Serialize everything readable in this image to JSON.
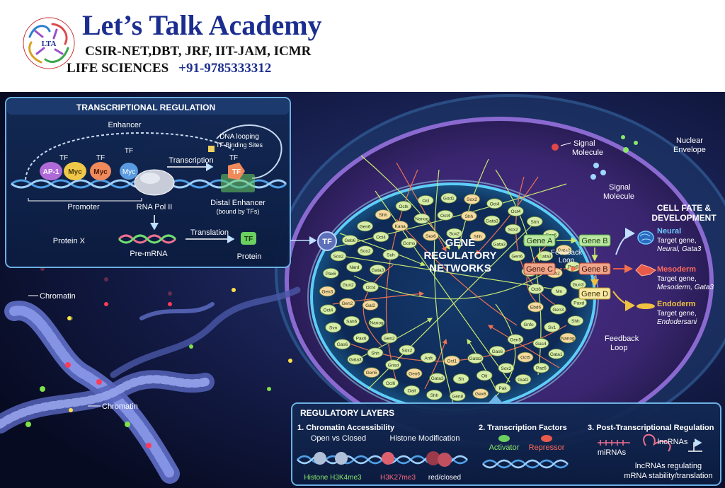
{
  "brand": {
    "title": "Let’s Talk Academy",
    "subtitle": "CSIR-NET,DBT, JRF, IIT-JAM, ICMR",
    "field": "LIFE SCIENCES",
    "phone": "+91-9785333312",
    "logo_text": "LTA"
  },
  "transcription_panel": {
    "title": "TRANSCRIPTIONAL REGULATION",
    "enhancer": "Enhancer",
    "dna_looping": "DNA looping",
    "tf_binding_sites": "TF Binding Sites",
    "transcription": "Transcription",
    "tf": "TF",
    "ap1": "AP-1",
    "myc": "Myc",
    "promoter": "Promoter",
    "rna_pol": "RNA Pol II",
    "distal_enhancer": "Distal Enhancer",
    "bound_by": "(bound by TFs)",
    "protein_x": "Protein X",
    "translation": "Translation",
    "pre_mrna": "Pre-mRNA",
    "protein": "Protein"
  },
  "chromatin": {
    "label_1": "Chromatin",
    "label_2": "Chromatin"
  },
  "network": {
    "title_1": "GENE",
    "title_2": "REGULATORY",
    "title_3": "NETWORKS",
    "tf_node": "TF",
    "gene_a": "Gene A",
    "gene_b_top": "Gene B",
    "gene_c": "Gene C",
    "gene_b": "Gene B",
    "gene_d": "Gene D",
    "feedback_loop_1": "Feedback",
    "feedback_loop_2": "Loop",
    "signal_molecule_1": "Signal",
    "signal_molecule_2": "Molecule",
    "nuclear_envelope_1": "Nuclear",
    "nuclear_envelope_2": "Envelope",
    "feedback_outer_1": "Feedback",
    "feedback_outer_2": "Loop",
    "nodes": [
      "Sox2",
      "Oct4",
      "Oct4",
      "Shh",
      "Gen6",
      "Gata2",
      "Pax6",
      "Gun3",
      "Paxd",
      "Shh",
      "Nanog",
      "Gata1",
      "Paz6",
      "Giat2",
      "Pak",
      "Gex6",
      "Gen8",
      "Shh",
      "Oalt",
      "Ocl6",
      "Gen5",
      "Gata3",
      "Gas6",
      "Svn",
      "Oct4",
      "Gen3",
      "Pax6",
      "Sox2",
      "Geb6",
      "Gen6",
      "Shh",
      "Octk",
      "Ocl",
      "God1",
      "Shh",
      "Gata3",
      "Sox2",
      "Oct4",
      "Gata3",
      "Sox2",
      "Mn",
      "Gen3",
      "Sv1",
      "Gas4",
      "Oct5",
      "Sox2",
      "Oti",
      "Sh",
      "Gata3",
      "Gen6",
      "Gnsd",
      "Shh",
      "Pax6",
      "San6",
      "Gen2",
      "Gun2",
      "Nard",
      "Sox2",
      "Oct4",
      "Kana",
      "Nanog",
      "Oct4",
      "Shh",
      "Gata3",
      "Gen6",
      "Can6",
      "Oct6",
      "Ebd6",
      "Gnfo",
      "Gen5",
      "Gas6",
      "Gata3",
      "Oct1",
      "Anft",
      "Sox2",
      "Gen2",
      "Nanog",
      "Gal2",
      "Oct4",
      "Gata3",
      "Suh",
      "Goms",
      "Sex6",
      "Sox2"
    ]
  },
  "cell_fate": {
    "title_1": "CELL FATE &",
    "title_2": "DEVELOPMENT",
    "neural": "Neural",
    "neural_desc_1": "Target gene,",
    "neural_desc_2": "Neural, Gata3",
    "mesoderm": "Mesoderm",
    "mesoderm_desc_1": "Target gene,",
    "mesoderm_desc_2": "Mesoderm, Gata3",
    "endoderm": "Endoderm",
    "endoderm_desc_1": "Target gene,",
    "endoderm_desc_2": "Endodersani"
  },
  "regulatory_layers": {
    "title": "REGULATORY LAYERS",
    "section_1": "1. Chromatin Accessibility",
    "open_closed": "Open vs Closed",
    "histone_mod": "Histone Modification",
    "h3k4me3": "Histone H3K4me3",
    "h3k27me3": "H3K27me3",
    "red_closed": "red/closed",
    "section_2": "2. Transcription Factors",
    "activator": "Activator",
    "repressor": "Repressor",
    "section_3": "3. Post-Transcriptional Regulation",
    "mirnas": "miRNAs",
    "lncrnas": "lncRNAs",
    "lnc_desc_1": "lncRNAs regulating",
    "lnc_desc_2": "mRNA stability/translation"
  },
  "colors": {
    "brand_blue": "#1b2e8f",
    "panel_border": "#6fb6e8",
    "node_green": "#d8ecaa",
    "gene_node": "#b9e6a0",
    "gene_red": "#f0a58a",
    "mesoderm": "#e85a4a",
    "endoderm": "#f0c040",
    "neural": "#4fb0ff"
  }
}
